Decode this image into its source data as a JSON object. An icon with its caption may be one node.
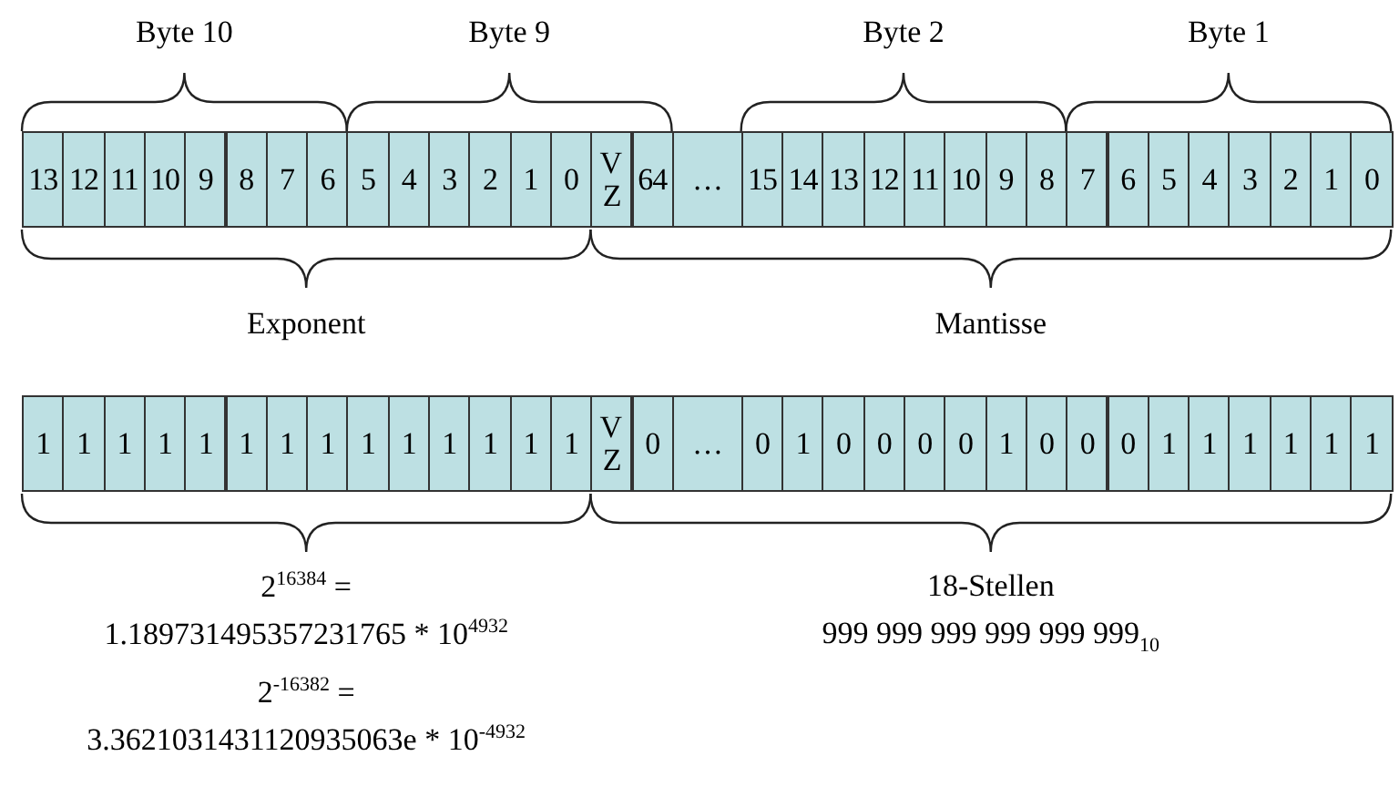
{
  "diagram": {
    "nodes": [
      {
        "text": [
          "13"
        ]
      },
      {
        "text": [
          "12"
        ]
      },
      {
        "text": [
          "11"
        ]
      },
      {
        "text": [
          "10"
        ]
      },
      {
        "text": [
          "9"
        ]
      },
      {
        "text": [
          "8"
        ]
      },
      {
        "text": [
          "7"
        ]
      },
      {
        "text": [
          "6"
        ]
      },
      {
        "text": [
          "5"
        ]
      },
      {
        "text": [
          "4"
        ]
      },
      {
        "text": [
          "3"
        ]
      },
      {
        "text": [
          "2"
        ]
      },
      {
        "text": [
          "1"
        ]
      },
      {
        "text": [
          "0"
        ]
      },
      {
        "text": [
          "V",
          "Z"
        ]
      },
      {
        "text": [
          "64"
        ]
      },
      {
        "text": [
          "…"
        ]
      },
      {
        "text": [
          "15"
        ]
      },
      {
        "text": [
          "14"
        ]
      },
      {
        "text": [
          "13"
        ]
      },
      {
        "text": [
          "12"
        ]
      },
      {
        "text": [
          "11"
        ]
      },
      {
        "text": [
          "10"
        ]
      },
      {
        "text": [
          "9"
        ]
      },
      {
        "text": [
          "8"
        ]
      },
      {
        "text": [
          "7"
        ]
      },
      {
        "text": [
          "6"
        ]
      },
      {
        "text": [
          "5"
        ]
      },
      {
        "text": [
          "4"
        ]
      },
      {
        "text": [
          "3"
        ]
      },
      {
        "text": [
          "2"
        ]
      },
      {
        "text": [
          "1"
        ]
      },
      {
        "text": [
          "0"
        ]
      },
      {
        "text": [
          "1"
        ]
      },
      {
        "text": [
          "1"
        ]
      },
      {
        "text": [
          "1"
        ]
      },
      {
        "text": [
          "1"
        ]
      },
      {
        "text": [
          "1"
        ]
      },
      {
        "text": [
          "1"
        ]
      },
      {
        "text": [
          "1"
        ]
      },
      {
        "text": [
          "1"
        ]
      },
      {
        "text": [
          "1"
        ]
      },
      {
        "text": [
          "1"
        ]
      },
      {
        "text": [
          "1"
        ]
      },
      {
        "text": [
          "1"
        ]
      },
      {
        "text": [
          "1"
        ]
      },
      {
        "text": [
          "1"
        ]
      },
      {
        "text": [
          "V",
          "Z"
        ]
      },
      {
        "text": [
          "0"
        ]
      },
      {
        "text": [
          "…"
        ]
      },
      {
        "text": [
          "0"
        ]
      },
      {
        "text": [
          "1"
        ]
      },
      {
        "text": [
          "0"
        ]
      },
      {
        "text": [
          "0"
        ]
      },
      {
        "text": [
          "0"
        ]
      },
      {
        "text": [
          "0"
        ]
      },
      {
        "text": [
          "1"
        ]
      },
      {
        "text": [
          "0"
        ]
      },
      {
        "text": [
          "0"
        ]
      },
      {
        "text": [
          "0"
        ]
      },
      {
        "text": [
          "1"
        ]
      },
      {
        "text": [
          "1"
        ]
      },
      {
        "text": [
          "1"
        ]
      },
      {
        "text": [
          "1"
        ]
      },
      {
        "text": [
          "1"
        ]
      },
      {
        "text": [
          "1"
        ]
      }
    ],
    "edges": [],
    "labels": [
      "Byte 10",
      "Byte 9",
      "Byte 2",
      "Byte 1",
      "Exponent",
      "Mantisse",
      "2$^{16384}$ =",
      "18-Stellen",
      "1.189731495357231765 * 10$^{4932}$",
      "999 999 999 999 999 999$_{10}$",
      "2$^{-16382}$ =",
      "3.3621031431120935063e * 10$^{-4932}$"
    ]
  }
}
